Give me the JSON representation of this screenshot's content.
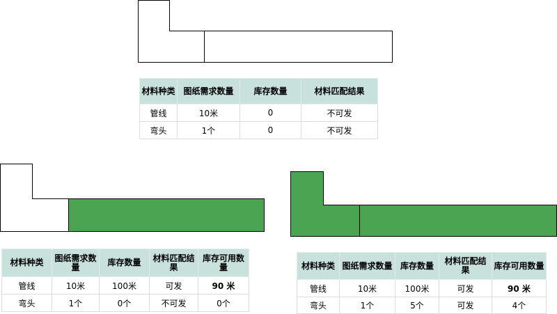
{
  "headers": {
    "type": "材料种类",
    "demand": "图纸需求数量",
    "stock": "库存数量",
    "match": "材料匹配结果",
    "avail": "库存可用数量"
  },
  "table_top": {
    "rows": [
      {
        "type": "管线",
        "demand": "10米",
        "stock": "0",
        "match": "不可发"
      },
      {
        "type": "弯头",
        "demand": "1个",
        "stock": "0",
        "match": "不可发"
      }
    ]
  },
  "table_left": {
    "rows": [
      {
        "type": "管线",
        "demand": "10米",
        "stock": "100米",
        "match": "可发",
        "avail": "90 米"
      },
      {
        "type": "弯头",
        "demand": "1个",
        "stock": "0个",
        "match": "不可发",
        "avail": "0个"
      }
    ]
  },
  "table_right": {
    "rows": [
      {
        "type": "管线",
        "demand": "10米",
        "stock": "100米",
        "match": "可发",
        "avail": "90 米"
      },
      {
        "type": "弯头",
        "demand": "1个",
        "stock": "5个",
        "match": "可发",
        "avail": "4个"
      }
    ]
  },
  "colors": {
    "filled": "#4aa452",
    "header_bg": "#c8e1dd"
  }
}
